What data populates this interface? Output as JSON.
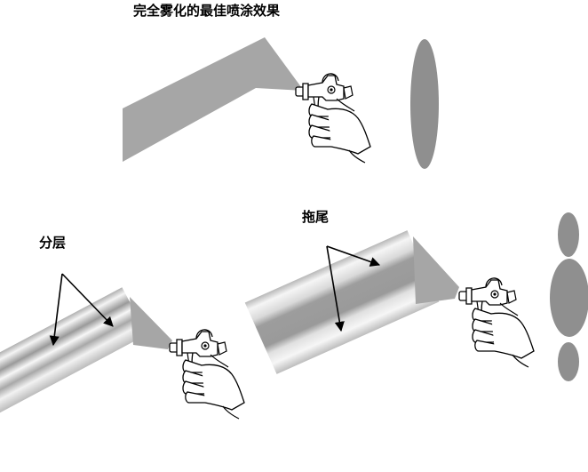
{
  "labels": {
    "good_atomization": "完全雾化的最佳喷涂效果",
    "layering": "分层",
    "tailing": "拖尾"
  },
  "colors": {
    "spray_fan": "#a6a6a6",
    "pattern_ellipse": "#8f8f8f",
    "line": "#000000",
    "pipe_light": "#f2f2f2",
    "pipe_dark": "#9a9a9a"
  },
  "icons": [
    "spray-gun-icon",
    "arrow-icon"
  ]
}
